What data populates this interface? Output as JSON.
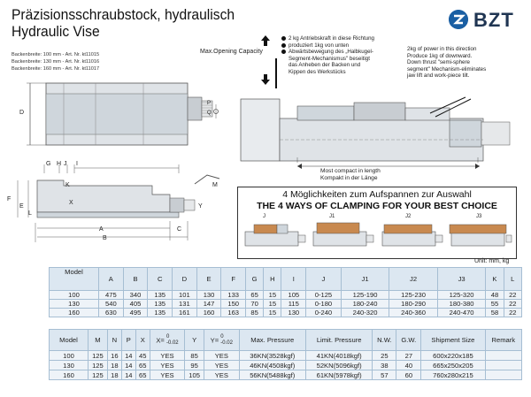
{
  "header": {
    "title_de": "Präzisionsschraubstock, hydraulisch",
    "title_en": "Hydraulic Vise",
    "jaw_widths": [
      "Backenbreite: 100 mm - Art. Nr. kt11015",
      "Backenbreite: 130 mm - Art. Nr. kt11016",
      "Backenbreite: 160 mm - Art. Nr. kt11017"
    ]
  },
  "logo": {
    "text": "BZT",
    "color": "#1a5fa3"
  },
  "annotations": {
    "max_capacity": "Max.Opening Capacity",
    "notes_de": [
      "2 kg Antriebskraft in diese Richtung",
      "produziert 1kg von unten",
      "Abwärtsbewegung des „Halbkugel-",
      "Segment-Mechanismus\" beseitigt",
      "das Anheben der Backen und",
      "Kippen des Werkstücks"
    ],
    "notes_en": [
      "2kg of power in this direction",
      "Produce 1kg of downward.",
      "Down thrust \"semi-sphere",
      "segment\" Mechanism-eliminates",
      "jaw lift and work-piece tilt."
    ],
    "compact_en": "Most compact in length",
    "compact_de": "Kompakt in der Länge"
  },
  "dimension_letters": {
    "top": [
      "D",
      "P",
      "Q"
    ],
    "side": [
      "G",
      "H",
      "J",
      "I",
      "F",
      "E",
      "K",
      "X",
      "L",
      "M",
      "Y",
      "A",
      "B",
      "C"
    ]
  },
  "clamping": {
    "title_de": "4 Möglichkeiten zum Aufspannen zur Auswahl",
    "title_en": "THE 4 WAYS OF CLAMPING FOR YOUR BEST CHOICE",
    "labels": [
      "J",
      "J1",
      "J2",
      "J3"
    ]
  },
  "unit": "Unit: mm, kg",
  "table1": {
    "headers": [
      "Model",
      "A",
      "B",
      "C",
      "D",
      "E",
      "F",
      "G",
      "H",
      "I",
      "J",
      "J1",
      "J2",
      "J3",
      "K",
      "L"
    ],
    "rows": [
      [
        "100",
        "475",
        "340",
        "135",
        "101",
        "130",
        "133",
        "65",
        "15",
        "105",
        "0-125",
        "125-190",
        "125-230",
        "125-320",
        "48",
        "22"
      ],
      [
        "130",
        "540",
        "405",
        "135",
        "131",
        "147",
        "150",
        "70",
        "15",
        "115",
        "0-180",
        "180-240",
        "180-290",
        "180-380",
        "55",
        "22"
      ],
      [
        "160",
        "630",
        "495",
        "135",
        "161",
        "160",
        "163",
        "85",
        "15",
        "130",
        "0-240",
        "240-320",
        "240-360",
        "240-470",
        "58",
        "22"
      ]
    ]
  },
  "table2": {
    "headers": [
      "Model",
      "M",
      "N",
      "P",
      "X",
      "X=",
      "Y",
      "Y=",
      "Max. Pressure",
      "Limit. Pressure",
      "N.W.",
      "G.W.",
      "Shipment Size",
      "Remark"
    ],
    "x_tol": [
      "0",
      "-0.02"
    ],
    "y_tol": [
      "0",
      "-0.02"
    ],
    "rows": [
      [
        "100",
        "125",
        "16",
        "14",
        "45",
        "YES",
        "85",
        "YES",
        "36KN(3528kgf)",
        "41KN(4018kgf)",
        "25",
        "27",
        "600x220x185",
        ""
      ],
      [
        "130",
        "125",
        "18",
        "14",
        "65",
        "YES",
        "95",
        "YES",
        "46KN(4508kgf)",
        "52KN(5096kgf)",
        "38",
        "40",
        "665x250x205",
        ""
      ],
      [
        "160",
        "125",
        "18",
        "14",
        "65",
        "YES",
        "105",
        "YES",
        "56KN(5488kgf)",
        "61KN(5978kgf)",
        "57",
        "60",
        "760x280x215",
        ""
      ]
    ]
  }
}
